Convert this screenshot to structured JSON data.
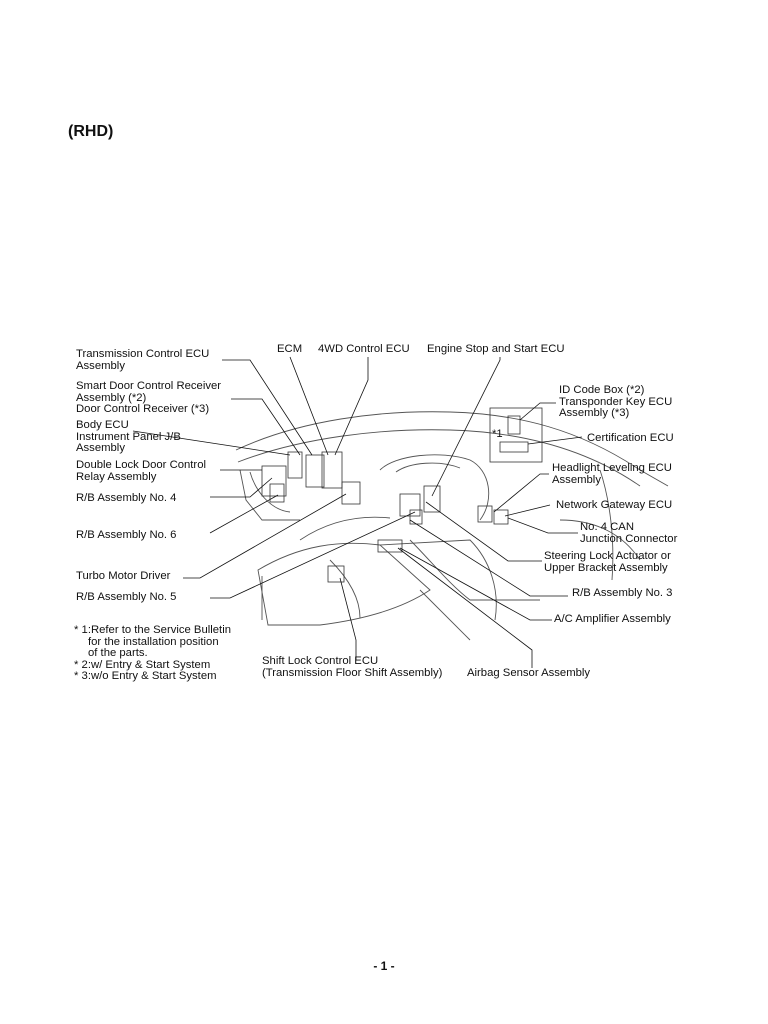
{
  "heading": "(RHD)",
  "labels": {
    "transmission_control_ecu": [
      "Transmission Control ECU",
      "Assembly"
    ],
    "smart_door_control_receiver": [
      "Smart Door Control Receiver",
      "Assembly (*2)",
      "Door Control Receiver (*3)"
    ],
    "body_ecu": [
      "Body ECU",
      "Instrument Panel J/B",
      "Assembly"
    ],
    "double_lock_door_control": [
      "Double Lock Door Control",
      "Relay Assembly"
    ],
    "rb_no4": "R/B Assembly No. 4",
    "rb_no6": "R/B Assembly No. 6",
    "turbo_motor_driver": "Turbo Motor Driver",
    "rb_no5": "R/B Assembly No. 5",
    "ecm": "ECM",
    "4wd_control_ecu": "4WD Control ECU",
    "engine_stop_start_ecu": "Engine Stop and Start ECU",
    "id_code_box": [
      "ID Code Box (*2)",
      "Transponder Key ECU",
      "Assembly (*3)"
    ],
    "inset_marker": "*1",
    "certification_ecu": "Certification ECU",
    "headlight_leveling_ecu": [
      "Headlight Leveling ECU",
      "Assembly"
    ],
    "network_gateway_ecu": "Network Gateway ECU",
    "no4_can": [
      "No. 4 CAN",
      "Junction Connector"
    ],
    "steering_lock": [
      "Steering Lock Actuator or",
      "Upper Bracket Assembly"
    ],
    "rb_no3": "R/B Assembly No. 3",
    "ac_amplifier": "A/C Amplifier Assembly",
    "shift_lock": [
      "Shift Lock Control ECU",
      "(Transmission Floor Shift Assembly)"
    ],
    "airbag_sensor": "Airbag Sensor Assembly"
  },
  "notes": [
    "* 1:Refer to the Service Bulletin",
    "for the installation position",
    "of the parts.",
    "* 2:w/ Entry & Start System",
    "* 3:w/o Entry & Start System"
  ],
  "page_number": "- 1 -"
}
